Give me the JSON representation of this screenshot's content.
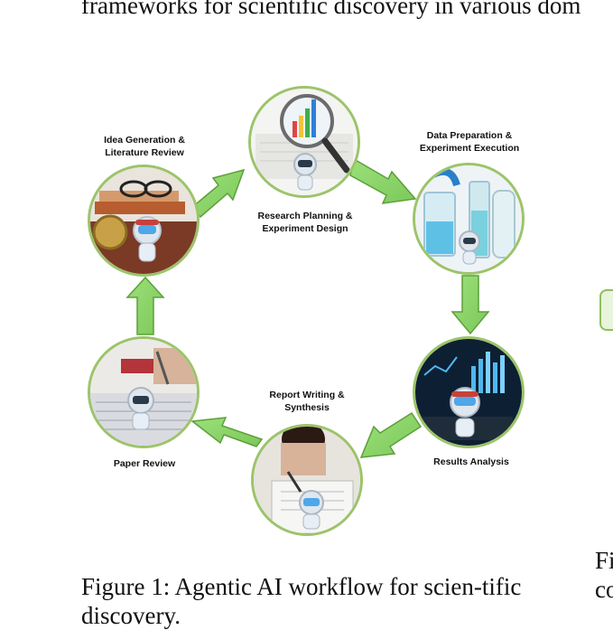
{
  "top_text": "frameworks for scientific discovery in various dom",
  "stages": [
    {
      "id": "idea",
      "label": "Idea Generation &\nLiterature Review"
    },
    {
      "id": "planning",
      "label": "Research Planning &\nExperiment Design"
    },
    {
      "id": "data",
      "label": "Data Preparation &\nExperiment Execution"
    },
    {
      "id": "results",
      "label": "Results Analysis"
    },
    {
      "id": "report",
      "label": "Report Writing &\nSynthesis"
    },
    {
      "id": "review",
      "label": "Paper Review"
    }
  ],
  "caption": "Figure 1: Agentic AI workflow for scien-tific discovery.",
  "right_caption": "Fi\nco",
  "colors": {
    "arrow": "#8ed46a",
    "arrow_stroke": "#5d9f3a",
    "circle_border": "#9cc46a"
  }
}
